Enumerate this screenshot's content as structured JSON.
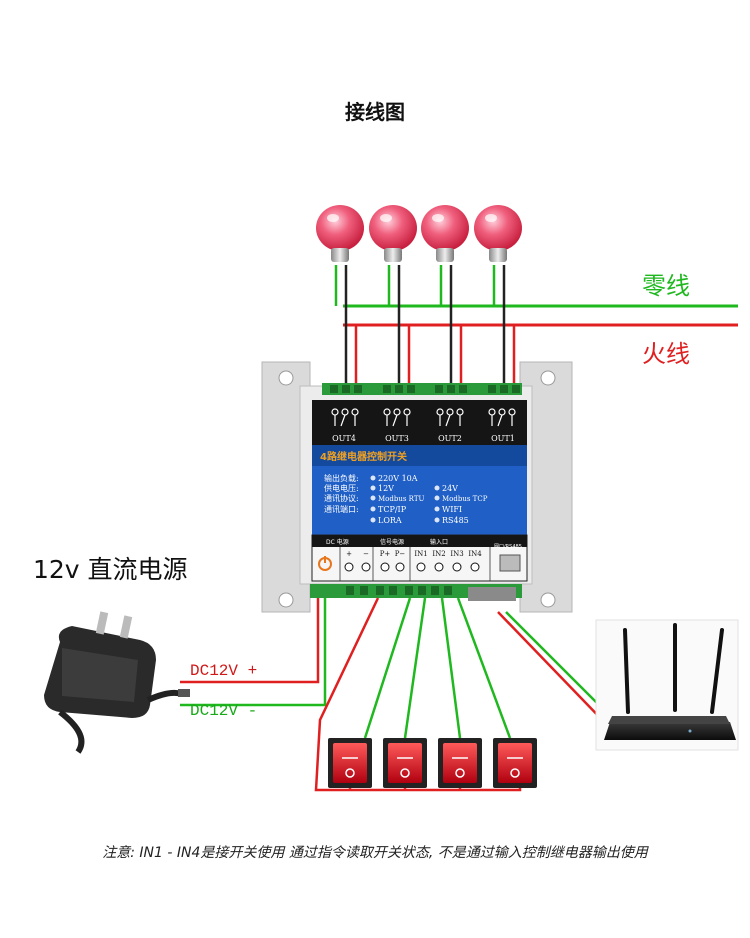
{
  "title": "接线图",
  "wires": {
    "neutral_label": "零线",
    "live_label": "火线",
    "neutral_color": "#1fb81f",
    "live_color": "#e02020",
    "dark_color": "#222222"
  },
  "power_supply": {
    "label": "12v  直流电源",
    "dc_positive": "DC12V +",
    "dc_negative": "DC12V -"
  },
  "module": {
    "outputs": [
      "OUT4",
      "OUT3",
      "OUT2",
      "OUT1"
    ],
    "header": "4路继电器控制开关",
    "spec_rows": [
      {
        "label": "输出负载:",
        "a": "220V 10A",
        "b": ""
      },
      {
        "label": "供电电压:",
        "a": "12V",
        "b": "24V"
      },
      {
        "label": "通讯协议:",
        "a": "Modbus RTU",
        "b": "Modbus TCP"
      },
      {
        "label": "通讯端口:",
        "a": "TCP/IP",
        "b": "WIFI"
      },
      {
        "label": "",
        "a": "LORA",
        "b": "RS485"
      }
    ],
    "section_dc": "DC 电源",
    "section_signal": "信号电源",
    "section_input": "输入口",
    "section_port": "网口/RS485",
    "dc_terms": [
      "+",
      "−"
    ],
    "signal_terms": [
      "P+",
      "P−"
    ],
    "inputs": [
      "IN1",
      "IN2",
      "IN3",
      "IN4"
    ],
    "panel_color": "#1f5fc6",
    "header_color": "#e8a020"
  },
  "note": "注意:  IN1 - IN4是接开关使用  通过指令读取开关状态,  不是通过输入控制继电器输出使用"
}
